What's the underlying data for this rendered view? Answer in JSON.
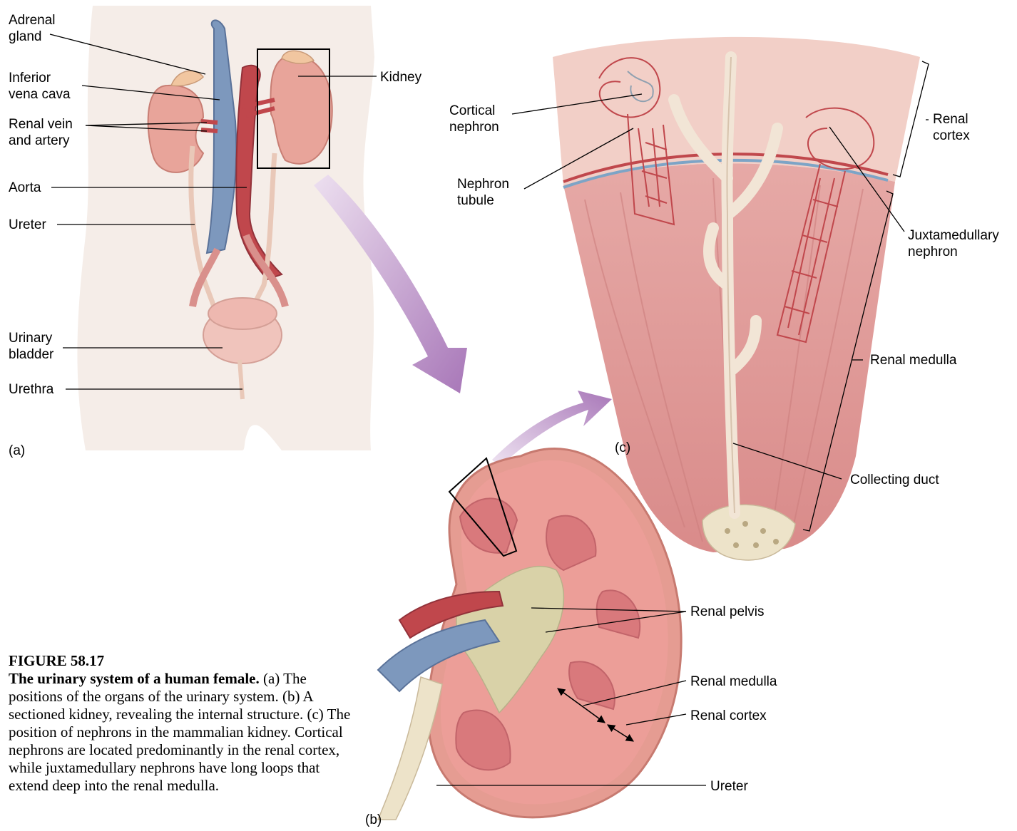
{
  "labels": {
    "adrenal_gland": "Adrenal\ngland",
    "inferior_vena_cava": "Inferior\nvena cava",
    "renal_vein_artery": "Renal vein\nand artery",
    "aorta": "Aorta",
    "ureter_a": "Ureter",
    "urinary_bladder": "Urinary\nbladder",
    "urethra": "Urethra",
    "kidney": "Kidney",
    "cortical_nephron": "Cortical\nnephron",
    "nephron_tubule": "Nephron\ntubule",
    "renal_cortex_c": "Renal\ncortex",
    "juxtamedullary_nephron": "Juxtamedullary\nnephron",
    "renal_medulla_c": "Renal medulla",
    "collecting_duct": "Collecting duct",
    "renal_pelvis": "Renal pelvis",
    "renal_medulla_b": "Renal medulla",
    "renal_cortex_b": "Renal cortex",
    "ureter_b": "Ureter"
  },
  "panels": {
    "a": "(a)",
    "b": "(b)",
    "c": "(c)"
  },
  "caption": {
    "figure": "FIGURE 58.17",
    "title": "The urinary system of a human female.",
    "text": " (a) The positions of the organs of the urinary system. (b) A sectioned kidney, revealing the internal structure. (c) The position of nephrons in the mammalian kidney. Cortical nephrons are located predominantly in the renal cortex, while juxtamedullary nephrons have long loops that extend deep into the renal medulla."
  },
  "colors": {
    "kidney": "#e8a49a",
    "cortex": "#f2cfc7",
    "medulla": "#df9c98",
    "vein": "#7d98bd",
    "artery": "#c0474c",
    "arrow": "#b888c4"
  }
}
